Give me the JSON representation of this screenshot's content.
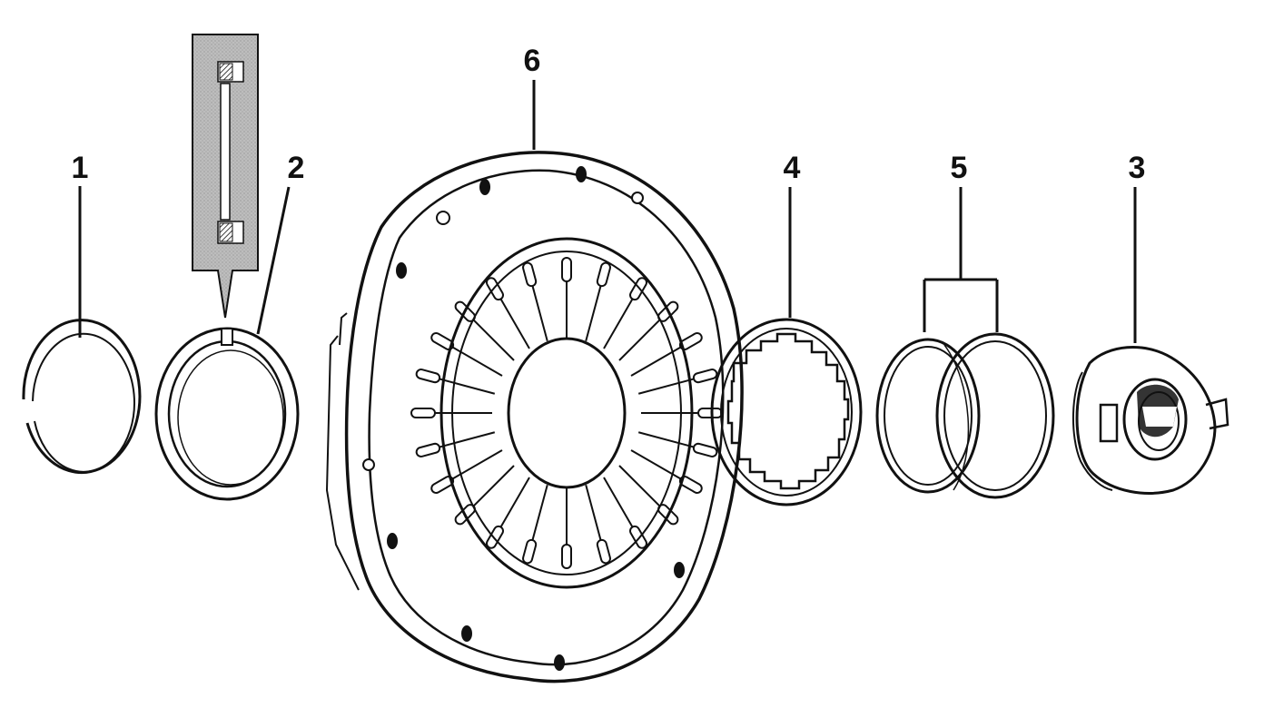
{
  "callouts": [
    {
      "id": "1",
      "label": "1"
    },
    {
      "id": "2",
      "label": "2"
    },
    {
      "id": "3",
      "label": "3"
    },
    {
      "id": "4",
      "label": "4"
    },
    {
      "id": "5",
      "label": "5"
    },
    {
      "id": "6",
      "label": "6"
    }
  ],
  "colors": {
    "ink": "#111111",
    "detail_bg": "#b9b9b9",
    "paper": "#ffffff"
  }
}
